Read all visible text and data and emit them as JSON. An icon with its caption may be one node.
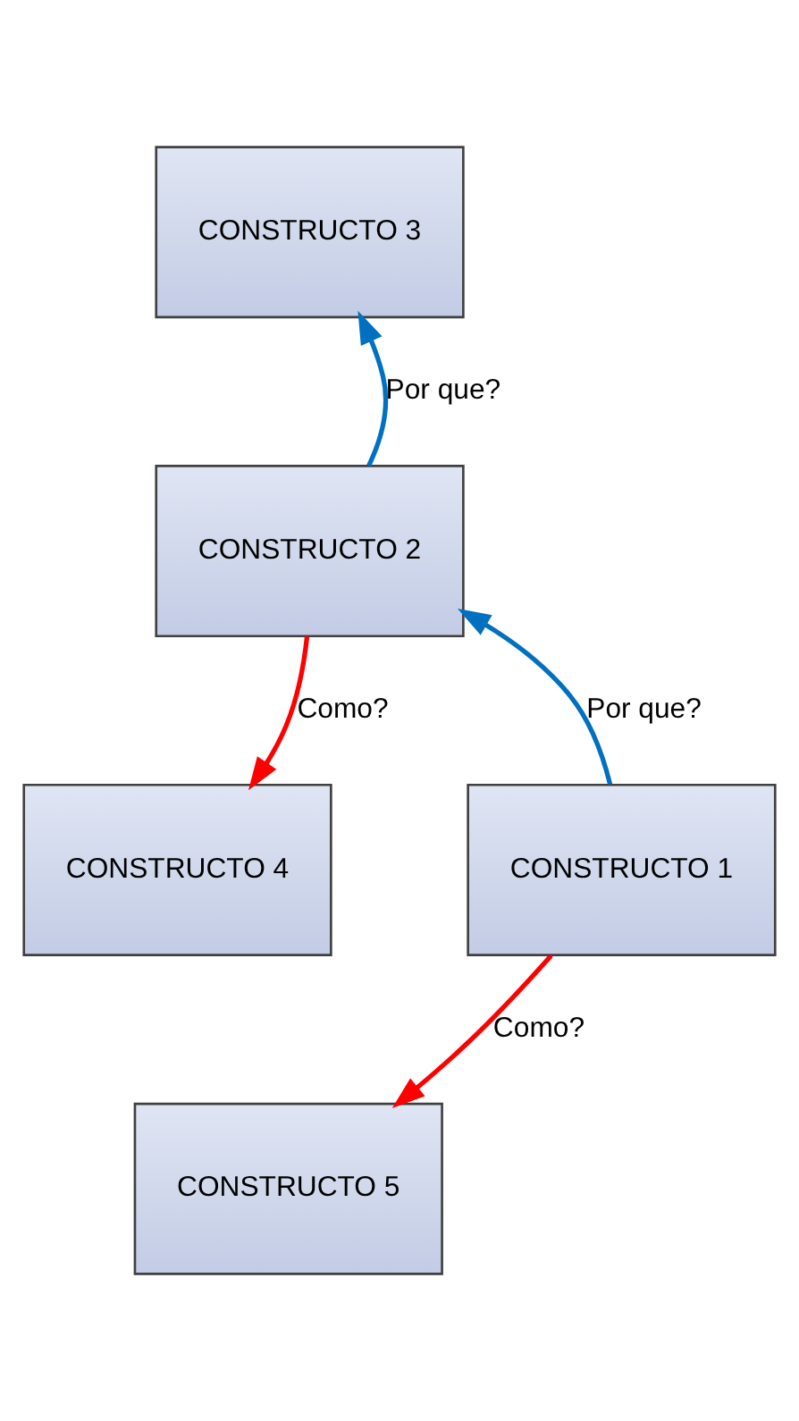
{
  "diagram": {
    "nodes": [
      {
        "text": [
          "CONSTRUCTO 3"
        ]
      },
      {
        "text": [
          "CONSTRUCTO 2"
        ]
      },
      {
        "text": [
          "CONSTRUCTO 4"
        ]
      },
      {
        "text": [
          "CONSTRUCTO 1"
        ]
      },
      {
        "text": [
          "CONSTRUCTO 5"
        ]
      }
    ],
    "edges": [
      {
        "from": 1,
        "to": 0,
        "arrow": "to",
        "label": "Por que?",
        "color": "#0070c0"
      },
      {
        "from": 1,
        "to": 2,
        "arrow": "to",
        "label": "Como?",
        "color": "#ff0000"
      },
      {
        "from": 3,
        "to": 1,
        "arrow": "to",
        "label": "Por que?",
        "color": "#0070c0"
      },
      {
        "from": 3,
        "to": 4,
        "arrow": "to",
        "label": "Como?",
        "color": "#ff0000"
      }
    ]
  }
}
